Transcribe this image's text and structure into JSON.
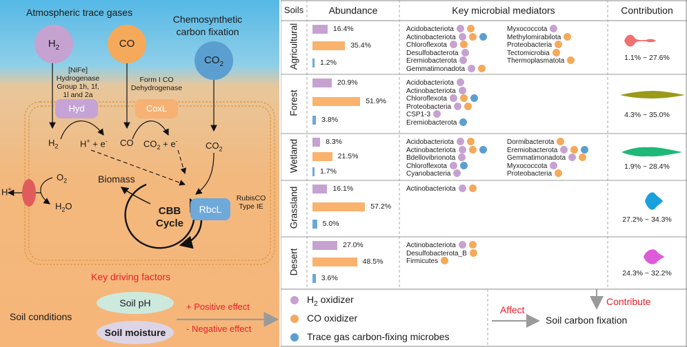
{
  "colors": {
    "h2": "#c6a2d1",
    "co": "#f5a95a",
    "trace": "#5b9fd0",
    "abundance_h2": "#c6a2d1",
    "abundance_co": "#f9b36e",
    "abundance_trace": "#6aa9d6",
    "red_text": "#e8202a",
    "hyd": "#c5a3d5",
    "coxl": "#f6b173",
    "rbcl": "#6ea9da"
  },
  "left": {
    "atm_title": "Atmospheric trace gases",
    "chemo_title_1": "Chemosynthetic",
    "chemo_title_2": "carbon fixation",
    "h2_circle": "H",
    "h2_sub": "2",
    "co_circle": "CO",
    "co2_circle": "CO",
    "co2_sub": "2",
    "nife_lines": [
      "[NiFe]",
      "Hydrogenase",
      "Group 1h, 1f,",
      "1l and 2a"
    ],
    "formi_lines": [
      "Form I CO",
      "Dehydrogenase"
    ],
    "hyd_label": "Hyd",
    "coxl_label": "CoxL",
    "rbcl_label": "RbcL",
    "rubisco_lines": [
      "RubisCO",
      "Type IE"
    ],
    "h2_text": "H",
    "h2_text_sub": "2",
    "hplus_e": "H",
    "hplus_sup": "+",
    "plus_e": " + e",
    "e_sup": "-",
    "co_text": "CO",
    "co2_e_text": "CO",
    "co2_e_sub": "2",
    "co2_e_rest": " + e",
    "co2_bottom": "CO",
    "co2_bottom_sub": "2",
    "biomass": "Biomass",
    "cbb_1": "CBB",
    "cbb_2": "Cycle",
    "hplus_left": "H",
    "hplus_left_sup": "+",
    "o2": "O",
    "o2_sub": "2",
    "h2o": "H",
    "h2o_sub": "2",
    "h2o_o": "O",
    "key_factors": "Key driving factors",
    "soil_conditions": "Soil conditions",
    "soil_ph": "Soil pH",
    "soil_moisture": "Soil moisture",
    "positive": "+ Positive effect",
    "negative": "- Negative effect"
  },
  "right": {
    "headers": {
      "soils": "Soils",
      "abundance": "Abundance",
      "mediators": "Key microbial mediators",
      "contribution": "Contribution"
    },
    "rows": [
      {
        "soil": "Agricultural",
        "abundance": [
          "16.4%",
          "35.4%",
          "1.2%"
        ],
        "abundance_values": [
          16.4,
          35.4,
          1.2
        ],
        "contribution": "1.1% ~ 27.6%",
        "violin_color": "#f07070",
        "mediators_left": [
          {
            "name": "Acidobacteriota",
            "dots": [
              "h2",
              "co"
            ]
          },
          {
            "name": "Actinobacteriota",
            "dots": [
              "h2",
              "co",
              "trace"
            ]
          },
          {
            "name": "Chloroflexota",
            "dots": [
              "h2",
              "co"
            ]
          },
          {
            "name": "Desulfobacterota",
            "dots": [
              "h2"
            ]
          },
          {
            "name": "Eremiobacterota",
            "dots": [
              "h2"
            ]
          },
          {
            "name": "Gemmatimonadota",
            "dots": [
              "h2",
              "co"
            ]
          }
        ],
        "mediators_right": [
          {
            "name": "Myxococcota",
            "dots": [
              "h2"
            ]
          },
          {
            "name": "Methylomirabilota",
            "dots": [
              "co"
            ]
          },
          {
            "name": "Proteobacteria",
            "dots": [
              "co"
            ]
          },
          {
            "name": "Tectomicrobia",
            "dots": [
              "co"
            ]
          },
          {
            "name": "Thermoplasmatota",
            "dots": [
              "co"
            ]
          }
        ]
      },
      {
        "soil": "Forest",
        "abundance": [
          "20.9%",
          "51.9%",
          "3.8%"
        ],
        "abundance_values": [
          20.9,
          51.9,
          3.8
        ],
        "contribution": "4.3% ~ 35.0%",
        "violin_color": "#9a9a1a",
        "mediators_left": [
          {
            "name": "Acidobacteriota",
            "dots": [
              "h2"
            ]
          },
          {
            "name": "Actinobacteriota",
            "dots": [
              "h2"
            ]
          },
          {
            "name": "Chloroflexota",
            "dots": [
              "h2",
              "co",
              "trace"
            ]
          },
          {
            "name": "Proteobacteria",
            "dots": [
              "h2",
              "co"
            ]
          },
          {
            "name": "CSP1-3",
            "dots": [
              "h2"
            ]
          },
          {
            "name": "Eremiobacterota",
            "dots": [
              "trace"
            ]
          }
        ],
        "mediators_right": []
      },
      {
        "soil": "Wetland",
        "abundance": [
          "8.3%",
          "21.5%",
          "1.7%"
        ],
        "abundance_values": [
          8.3,
          21.5,
          1.7
        ],
        "contribution": "1.9% ~ 28.4%",
        "violin_color": "#1fb877",
        "mediators_left": [
          {
            "name": "Acidobacteriota",
            "dots": [
              "h2",
              "co"
            ]
          },
          {
            "name": "Actinobacteriota",
            "dots": [
              "h2",
              "co",
              "trace"
            ]
          },
          {
            "name": "Bdellovibrionota",
            "dots": [
              "h2"
            ]
          },
          {
            "name": "Chloroflexota",
            "dots": [
              "h2",
              "trace"
            ]
          },
          {
            "name": "Cyanobacteria",
            "dots": [
              "h2"
            ]
          }
        ],
        "mediators_right": [
          {
            "name": "Dormibacterota",
            "dots": [
              "co"
            ]
          },
          {
            "name": "Eremiobacterota",
            "dots": [
              "h2",
              "co",
              "trace"
            ]
          },
          {
            "name": "Gemmatimonadota",
            "dots": [
              "h2",
              "co"
            ]
          },
          {
            "name": "Myxococcota",
            "dots": [
              "h2"
            ]
          },
          {
            "name": "Proteobacteria",
            "dots": [
              "co"
            ]
          }
        ]
      },
      {
        "soil": "Grassland",
        "abundance": [
          "16.1%",
          "57.2%",
          "5.0%"
        ],
        "abundance_values": [
          16.1,
          57.2,
          5.0
        ],
        "contribution": "27.2% ~ 34.3%",
        "violin_color": "#1aa0dc",
        "mediators_left": [
          {
            "name": "Actinobacteriota",
            "dots": [
              "h2",
              "co"
            ]
          }
        ],
        "mediators_right": []
      },
      {
        "soil": "Desert",
        "abundance": [
          "27.0%",
          "48.5%",
          "3.6%"
        ],
        "abundance_values": [
          27.0,
          48.5,
          3.6
        ],
        "contribution": "24.3% ~ 32.2%",
        "violin_color": "#dd5ad8",
        "mediators_left": [
          {
            "name": "Actinobacteriota",
            "dots": [
              "h2",
              "co"
            ]
          },
          {
            "name": "Desulfobacterota_B",
            "dots": [
              "co"
            ]
          },
          {
            "name": "Firmicutes",
            "dots": [
              "co"
            ]
          }
        ],
        "mediators_right": []
      }
    ],
    "legend": {
      "h2_label_pre": "H",
      "h2_label_sub": "2",
      "h2_label_post": " oxidizer",
      "co_label": "CO oxidizer",
      "trace_label": "Trace gas carbon-fixing microbes",
      "affect": "Affect",
      "contribute": "Contribute",
      "soil_carbon": "Soil carbon fixation"
    }
  }
}
